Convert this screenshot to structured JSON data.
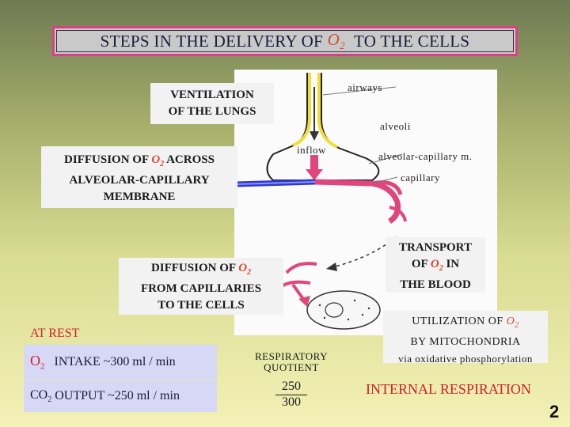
{
  "title": {
    "prefix": "STEPS IN THE DELIVERY OF",
    "o2": "O",
    "o2_sub": "2",
    "suffix": "TO THE CELLS"
  },
  "boxes": {
    "ventilation": [
      "VENTILATION",
      "OF THE LUNGS"
    ],
    "diffusion_alveolar": {
      "line1_prefix": "DIFFUSION OF",
      "o2": "O",
      "o2_sub": "2",
      "line1_suffix": "ACROSS",
      "line2": "ALVEOLAR-CAPILLARY",
      "line3": "MEMBRANE"
    },
    "diffusion_cells": {
      "line1_prefix": "DIFFUSION OF",
      "o2": "O",
      "o2_sub": "2",
      "line2": "FROM CAPILLARIES",
      "line3": "TO THE CELLS"
    },
    "transport": {
      "line1": "TRANSPORT",
      "line2_prefix": "OF",
      "o2": "O",
      "o2_sub": "2",
      "line2_suffix": "IN",
      "line3": "THE BLOOD"
    },
    "utilization": {
      "line1_prefix": "UTILIZATION OF",
      "o2": "O",
      "o2_sub": "2",
      "line2": "BY MITOCHONDRIA",
      "line3": "via oxidative phosphorylation"
    }
  },
  "diagram_labels": {
    "airways": "airways",
    "alveoli": "alveoli",
    "inflow": "inflow",
    "alveolar_capillary": "alveolar-capillary m.",
    "capillary": "capillary"
  },
  "at_rest": {
    "heading": "AT REST",
    "intake": {
      "gas": "O",
      "sub": "2",
      "label": "INTAKE  ~300 ml / min"
    },
    "output": {
      "gas": "CO",
      "sub": "2",
      "label": "OUTPUT  ~250 ml / min"
    }
  },
  "rq": {
    "label_line1": "RESPIRATORY",
    "label_line2": "QUOTIENT",
    "numerator": "250",
    "denominator": "300"
  },
  "internal_respiration": "INTERNAL RESPIRATION",
  "page_number": "2",
  "colors": {
    "border_pink": "#d8418a",
    "o2_orange": "#d64b2e",
    "red_text": "#d1202a",
    "blue_vessel": "#2f39c9",
    "pink_vessel": "#e0467c"
  }
}
